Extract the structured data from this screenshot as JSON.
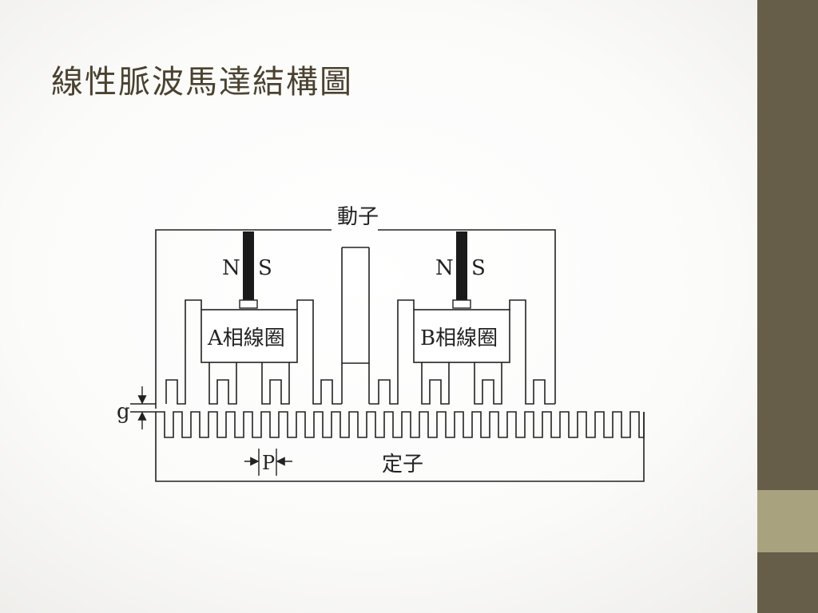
{
  "slide": {
    "title": "線性脈波馬達結構圖"
  },
  "colors": {
    "title_text": "#4a4230",
    "sidebar_dark": "#665e48",
    "sidebar_light": "#a9a27e",
    "line": "#222222"
  },
  "diagram": {
    "mover_label": "動子",
    "stator_label": "定子",
    "gap_label": "g",
    "pitch_label": "P",
    "left_unit": {
      "pole_n": "N",
      "pole_s": "S",
      "coil_label": "A相線圈"
    },
    "right_unit": {
      "pole_n": "N",
      "pole_s": "S",
      "coil_label": "B相線圈"
    }
  }
}
